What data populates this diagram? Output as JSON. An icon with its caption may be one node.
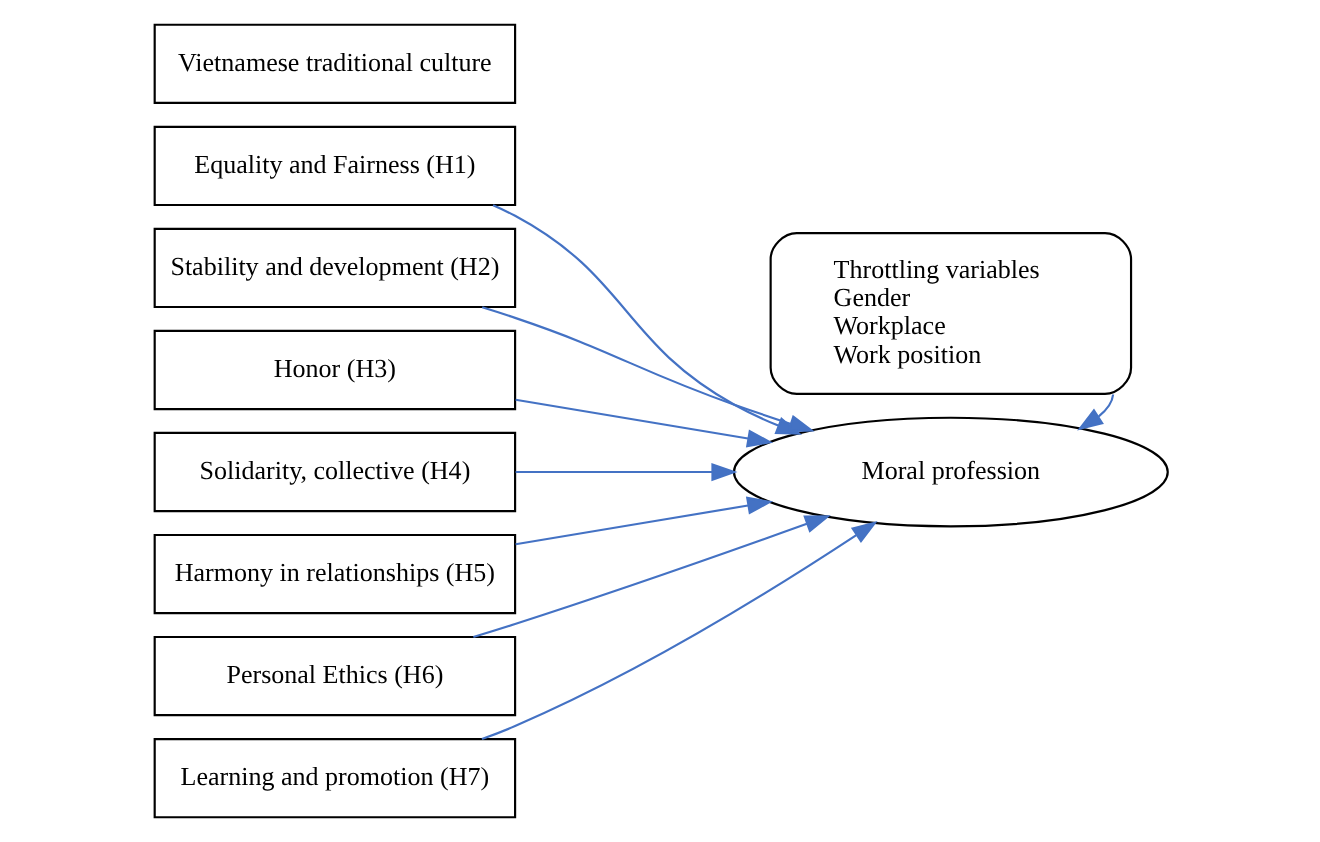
{
  "diagram": {
    "nodes": [
      {
        "text": [
          "Vietnamese traditional culture"
        ]
      },
      {
        "text": [
          "Equality and Fairness (H1)"
        ]
      },
      {
        "text": [
          "Stability and development (H2)"
        ]
      },
      {
        "text": [
          "Honor (H3)"
        ]
      },
      {
        "text": [
          "Solidarity, collective (H4)"
        ]
      },
      {
        "text": [
          "Harmony in relationships (H5)"
        ]
      },
      {
        "text": [
          "Personal Ethics (H6)"
        ]
      },
      {
        "text": [
          "Learning and promotion (H7)"
        ]
      },
      {
        "text": [
          "Throttling variables",
          "Gender",
          "Workplace",
          "Work position"
        ]
      },
      {
        "text": [
          "Moral profession"
        ]
      }
    ],
    "edges": [
      {
        "from": 1,
        "to": 9,
        "arrow": "to"
      },
      {
        "from": 2,
        "to": 9,
        "arrow": "to"
      },
      {
        "from": 3,
        "to": 9,
        "arrow": "to"
      },
      {
        "from": 4,
        "to": 9,
        "arrow": "to"
      },
      {
        "from": 5,
        "to": 9,
        "arrow": "to"
      },
      {
        "from": 6,
        "to": 9,
        "arrow": "to"
      },
      {
        "from": 7,
        "to": 9,
        "arrow": "to"
      },
      {
        "from": 8,
        "to": 9,
        "arrow": "to"
      }
    ]
  }
}
